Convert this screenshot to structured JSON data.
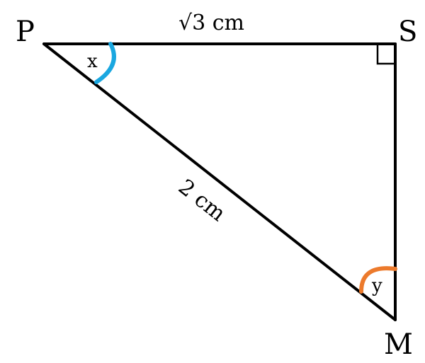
{
  "vertices": {
    "p": "P",
    "s": "S",
    "m": "M"
  },
  "sides": {
    "ps": "√3 cm",
    "pm": "2 cm"
  },
  "angles": {
    "p": "x",
    "m": "y"
  },
  "colors": {
    "line": "#000000",
    "angle_x_arc": "#1aa7e0",
    "angle_y_arc": "#ec7a2c"
  }
}
